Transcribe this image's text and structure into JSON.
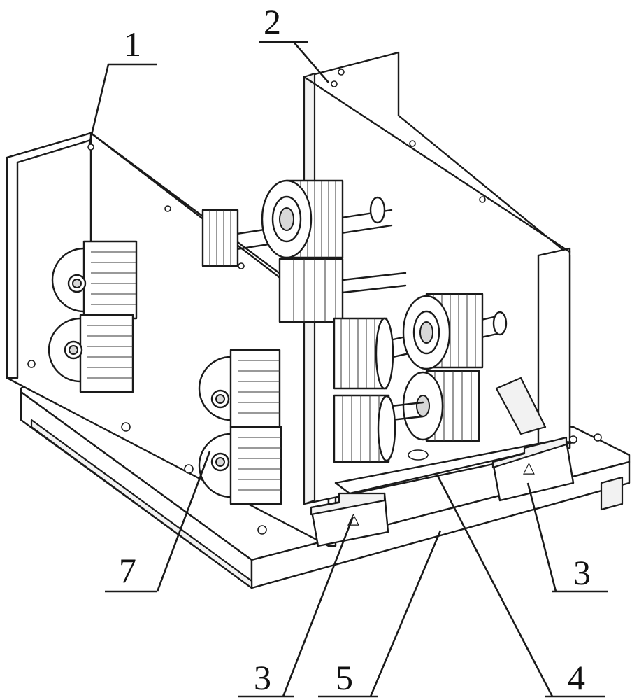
{
  "callouts": [
    {
      "id": "c1",
      "label": "1"
    },
    {
      "id": "c2",
      "label": "2"
    },
    {
      "id": "c3a",
      "label": "3"
    },
    {
      "id": "c3b",
      "label": "3"
    },
    {
      "id": "c4",
      "label": "4"
    },
    {
      "id": "c5",
      "label": "5"
    },
    {
      "id": "c7",
      "label": "7"
    }
  ],
  "markers": {
    "triangle": "△"
  }
}
